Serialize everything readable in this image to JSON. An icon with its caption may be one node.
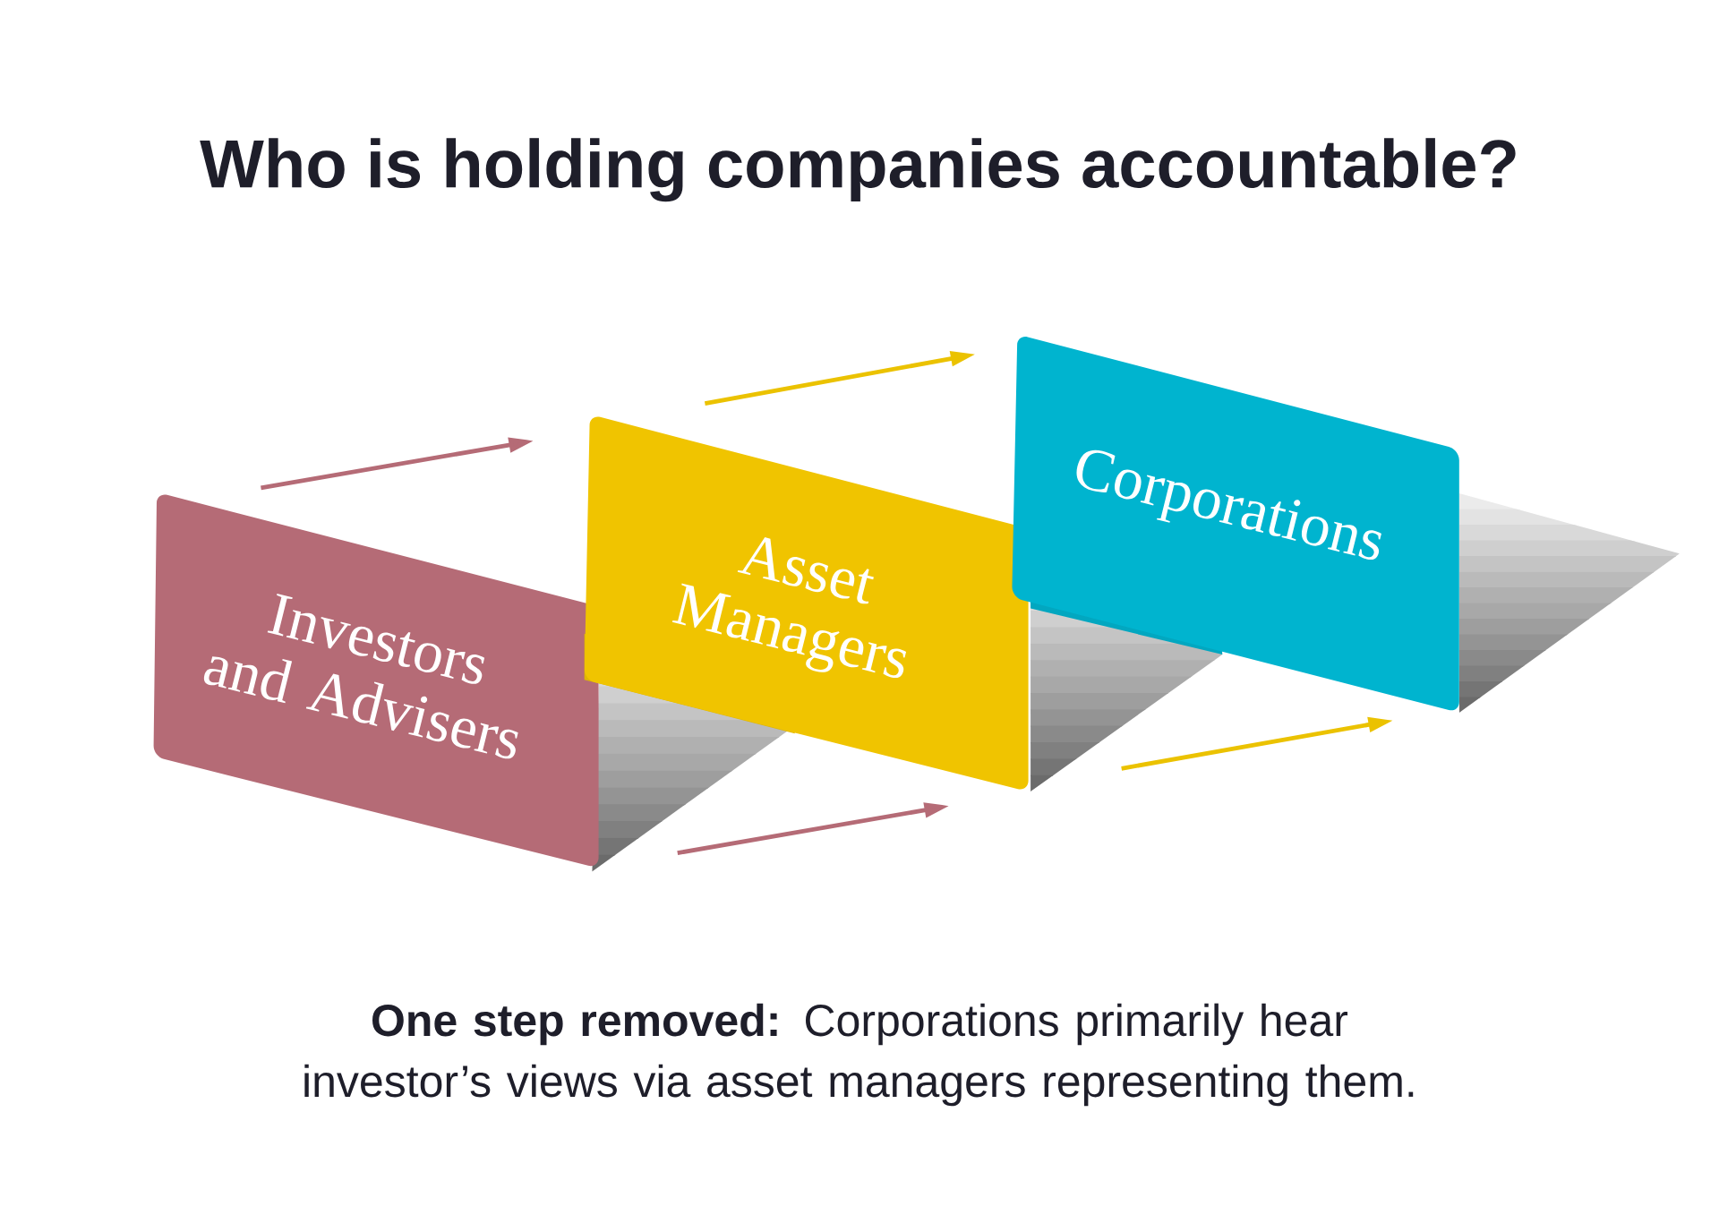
{
  "diagram": {
    "title": "Who is holding companies accountable?",
    "caption": "**One step removed:** Corporations primarily hear investor’s views via asset managers representing them.",
    "nodes": [
      {
        "text": [
          "Investors and Advisers"
        ]
      },
      {
        "text": [
          "Asset Managers"
        ]
      },
      {
        "text": [
          "Corporations"
        ]
      }
    ],
    "edges": [
      {
        "from": 0,
        "to": 1,
        "arrow": "to",
        "color": "#b56b76"
      },
      {
        "from": 0,
        "to": 1,
        "arrow": "to",
        "color": "#b56b76"
      },
      {
        "from": 1,
        "to": 2,
        "arrow": "to",
        "color": "#ebc200"
      },
      {
        "from": 1,
        "to": 2,
        "arrow": "to",
        "color": "#ebc200"
      }
    ]
  }
}
